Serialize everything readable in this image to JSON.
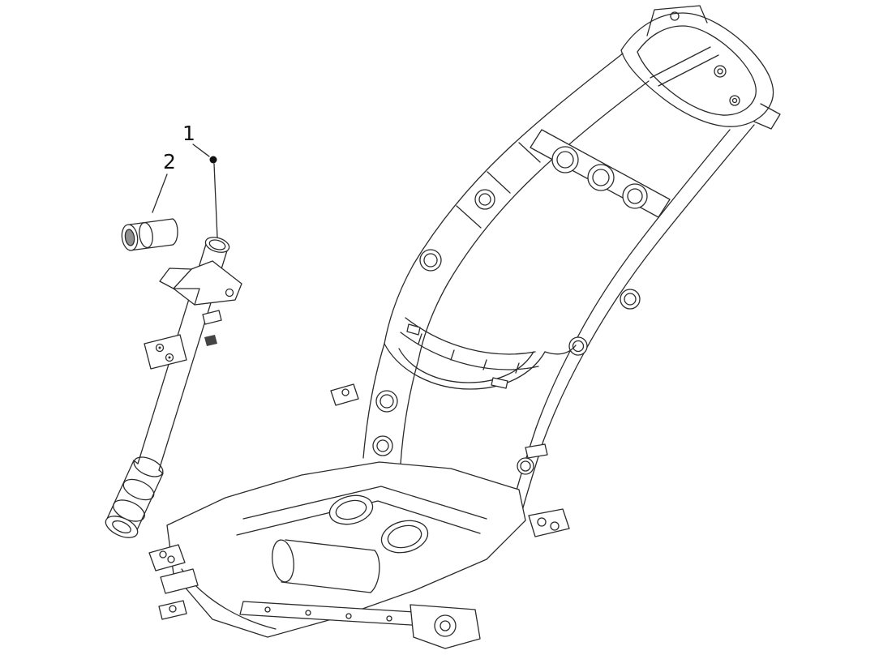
{
  "page": {
    "background": "#ffffff"
  },
  "diagram": {
    "type": "exploded-parts-line-drawing",
    "subject": "scooter frame chassis with separate steering column tube and bushing",
    "line_color": "#2b2b2b",
    "label_color": "#111111",
    "callouts": {
      "c1": {
        "label": "1"
      },
      "c2": {
        "label": "2"
      }
    }
  }
}
